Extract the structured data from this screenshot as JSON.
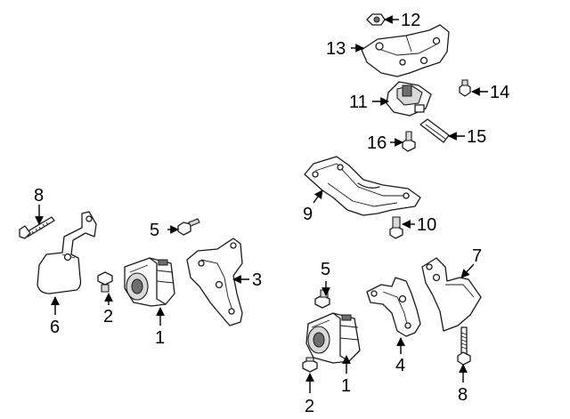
{
  "colors": {
    "line": "#1a1a1a",
    "background": "#ffffff",
    "shade": "#d9d9d9"
  },
  "callouts": {
    "c1a": "1",
    "c1b": "1",
    "c2a": "2",
    "c2b": "2",
    "c3": "3",
    "c4": "4",
    "c5a": "5",
    "c5b": "5",
    "c6": "6",
    "c7": "7",
    "c8a": "8",
    "c8b": "8",
    "c9": "9",
    "c10": "10",
    "c11": "11",
    "c12": "12",
    "c13": "13",
    "c14": "14",
    "c15": "15",
    "c16": "16"
  }
}
